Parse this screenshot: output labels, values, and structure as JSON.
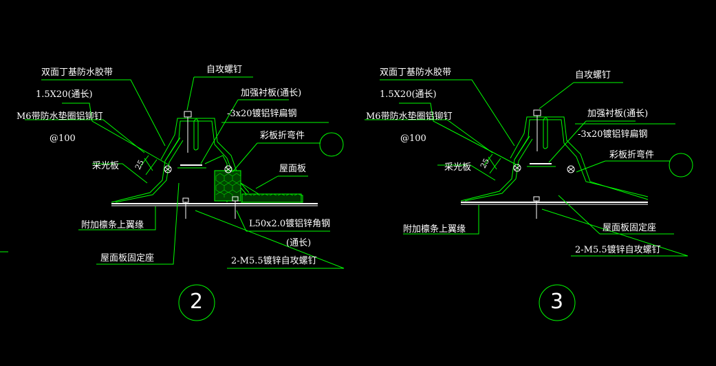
{
  "colors": {
    "background": "#000000",
    "line": "#00ff00",
    "text": "#ffffff",
    "bolt": "#ffffff"
  },
  "detail2": {
    "number": "2",
    "labels": {
      "tape": "双面丁基防水胶带",
      "tape_size": "1.5X20(通长)",
      "rivet": "M6带防水垫圈铝铆钉",
      "rivet_spacing": "@100",
      "screw_top": "自攻螺钉",
      "liner": "加强衬板(通长)",
      "liner_size": "-3x20镀铝锌扁钢",
      "flashing": "彩板折弯件",
      "skylight": "采光板",
      "roof_panel": "屋面板",
      "angle": "L50x2.0镀铝锌角钢",
      "angle_note": "(通长)",
      "purlin": "附加檩条上翼缘",
      "base": "屋面板固定座",
      "screws": "2-M5.5镀锌自攻螺钉",
      "dim": "25"
    }
  },
  "detail3": {
    "number": "3",
    "labels": {
      "tape": "双面丁基防水胶带",
      "tape_size": "1.5X20(通长)",
      "rivet": "M6带防水垫圈铝铆钉",
      "rivet_spacing": "@100",
      "screw_top": "自攻螺钉",
      "liner": "加强衬板(通长)",
      "liner_size": "-3x20镀铝锌扁钢",
      "flashing": "彩板折弯件",
      "skylight": "采光板",
      "purlin": "附加檩条上翼缘",
      "base": "屋面板固定座",
      "screws": "2-M5.5镀锌自攻螺钉",
      "dim": "25"
    }
  }
}
